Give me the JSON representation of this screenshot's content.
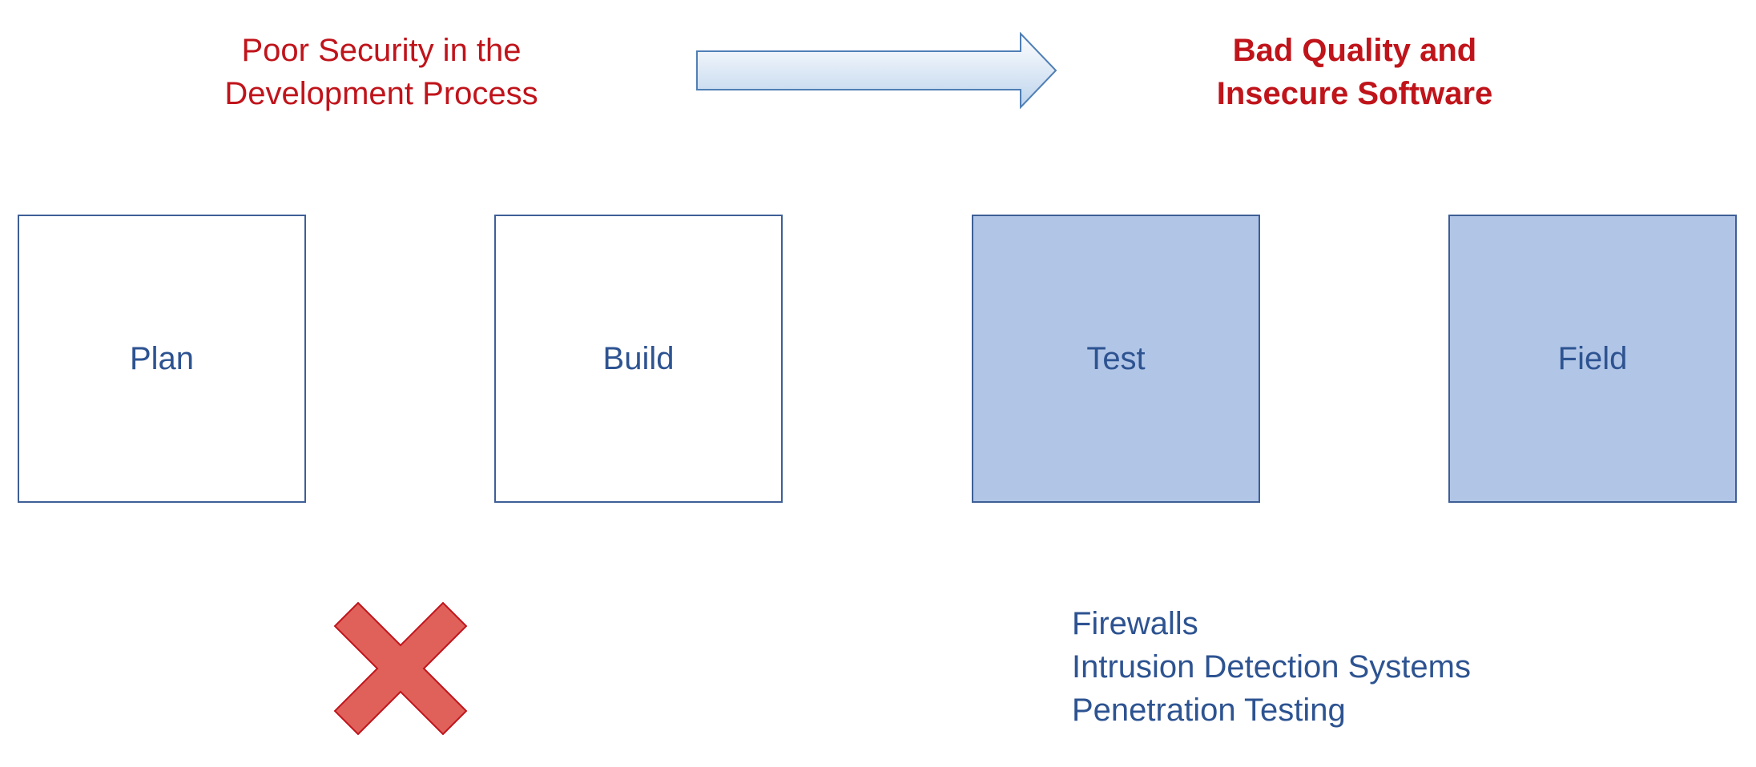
{
  "cause": {
    "lines": [
      "Poor Security in the",
      "Development Process"
    ],
    "color": "#c0141b"
  },
  "effect": {
    "lines": [
      "Bad Quality and",
      "Insecure Software"
    ],
    "color": "#c0141b"
  },
  "arrow": {
    "icon": "right-arrow-icon",
    "direction": "right"
  },
  "stages": [
    {
      "label": "Plan",
      "fill": "#ffffff"
    },
    {
      "label": "Build",
      "fill": "#ffffff"
    },
    {
      "label": "Test",
      "fill": "#b1c5e6"
    },
    {
      "label": "Field",
      "fill": "#b1c5e6"
    }
  ],
  "cross": {
    "icon": "red-x-icon",
    "color": "#e0605a"
  },
  "measures": [
    "Firewalls",
    "Intrusion Detection Systems",
    "Penetration Testing"
  ],
  "colors": {
    "stage_border": "#3e5f96",
    "stage_text": "#2d5391",
    "arrow_fill_top": "#ffffff",
    "arrow_fill_bottom": "#bcd3ec",
    "arrow_stroke": "#4f7fb5"
  }
}
